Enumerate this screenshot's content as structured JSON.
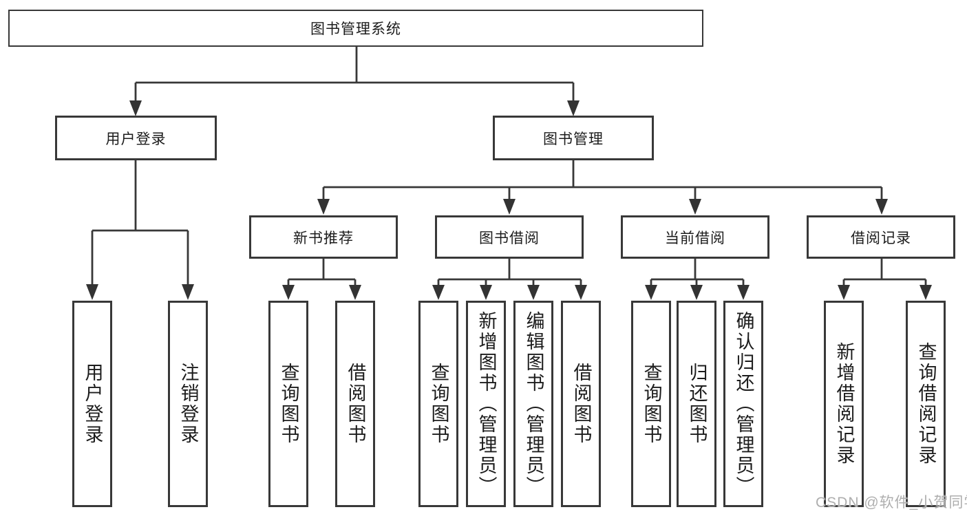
{
  "tree": {
    "label": "图书管理系统",
    "children": [
      {
        "label": "用户登录",
        "children": [
          {
            "label": "用户登录"
          },
          {
            "label": "注销登录"
          }
        ]
      },
      {
        "label": "图书管理",
        "children": [
          {
            "label": "新书推荐",
            "children": [
              {
                "label": "查询图书"
              },
              {
                "label": "借阅图书"
              }
            ]
          },
          {
            "label": "图书借阅",
            "children": [
              {
                "label": "查询图书"
              },
              {
                "label": "新增图书（管理员）"
              },
              {
                "label": "编辑图书（管理员）"
              },
              {
                "label": "借阅图书"
              }
            ]
          },
          {
            "label": "当前借阅",
            "children": [
              {
                "label": "查询图书"
              },
              {
                "label": "归还图书"
              },
              {
                "label": "确认归还（管理员）"
              }
            ]
          },
          {
            "label": "借阅记录",
            "children": [
              {
                "label": "新增借阅记录"
              },
              {
                "label": "查询借阅记录"
              }
            ]
          }
        ]
      }
    ]
  },
  "watermark": "CSDN @软件_小贺同学",
  "colors": {
    "line": "#383838",
    "box_border": "#383838",
    "text": "#1c1c1c",
    "background": "#ffffff",
    "watermark": "#aeaeae"
  }
}
